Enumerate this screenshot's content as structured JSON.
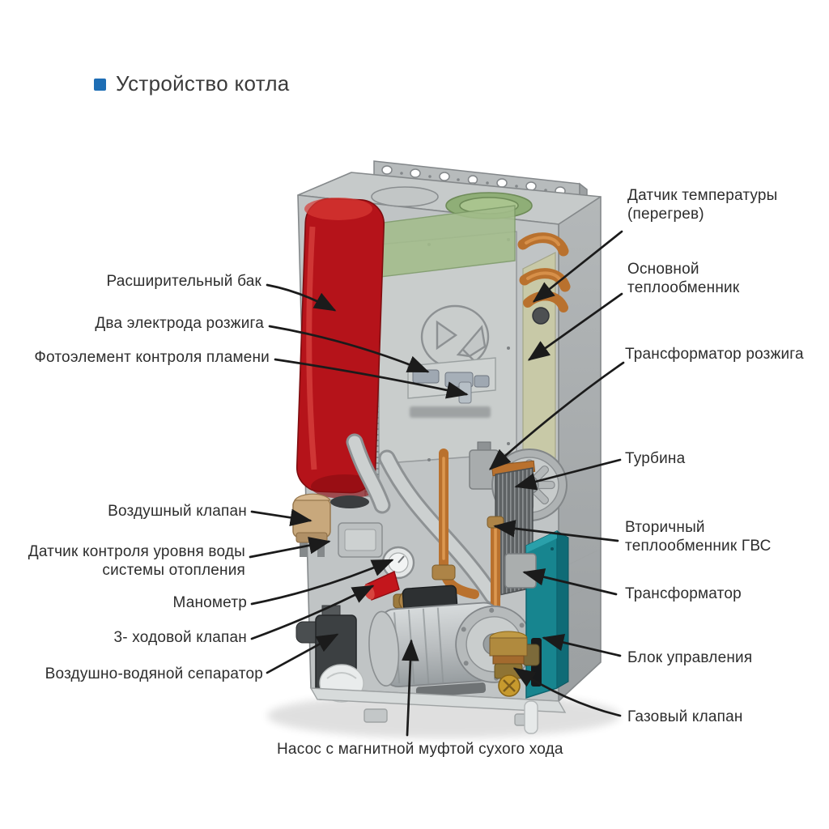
{
  "title": {
    "text": "Устройство котла"
  },
  "colors": {
    "bullet_blue": "#1e6eb5",
    "tank_red": "#b5131a",
    "panel_teal": "#17858f",
    "pipe_copper": "#b9712e",
    "panel_green": "#a3bd8b",
    "cabinet_gray": "#c0c4c5",
    "leader_black": "#1b1b1b"
  },
  "labels": {
    "left": [
      {
        "id": "expansion-tank",
        "text": "Расширительный бак"
      },
      {
        "id": "ignition-electrodes",
        "text": "Два электрода розжига"
      },
      {
        "id": "flame-photocell",
        "text": "Фотоэлемент контроля пламени"
      },
      {
        "id": "air-valve",
        "text": "Воздушный клапан"
      },
      {
        "id": "water-level-sensor",
        "text": "Датчик контроля уровня воды\nсистемы отопления"
      },
      {
        "id": "manometer",
        "text": "Манометр"
      },
      {
        "id": "three-way-valve",
        "text": "3- ходовой клапан"
      },
      {
        "id": "air-water-separator",
        "text": "Воздушно-водяной сепаратор"
      }
    ],
    "right": [
      {
        "id": "overheat-temp-sensor",
        "text": "Датчик температуры\n(перегрев)"
      },
      {
        "id": "main-heat-exchanger",
        "text": "Основной\nтеплообменник"
      },
      {
        "id": "ignition-transformer",
        "text": "Трансформатор розжига"
      },
      {
        "id": "turbine",
        "text": "Турбина"
      },
      {
        "id": "dhw-heat-exchanger",
        "text": "Вторичный\nтеплообменник ГВС"
      },
      {
        "id": "transformer",
        "text": "Трансформатор"
      },
      {
        "id": "control-unit",
        "text": "Блок управления"
      },
      {
        "id": "gas-valve",
        "text": "Газовый клапан"
      }
    ],
    "bottom": [
      {
        "id": "dry-run-pump",
        "text": "Насос с магнитной муфтой сухого хода"
      }
    ]
  }
}
